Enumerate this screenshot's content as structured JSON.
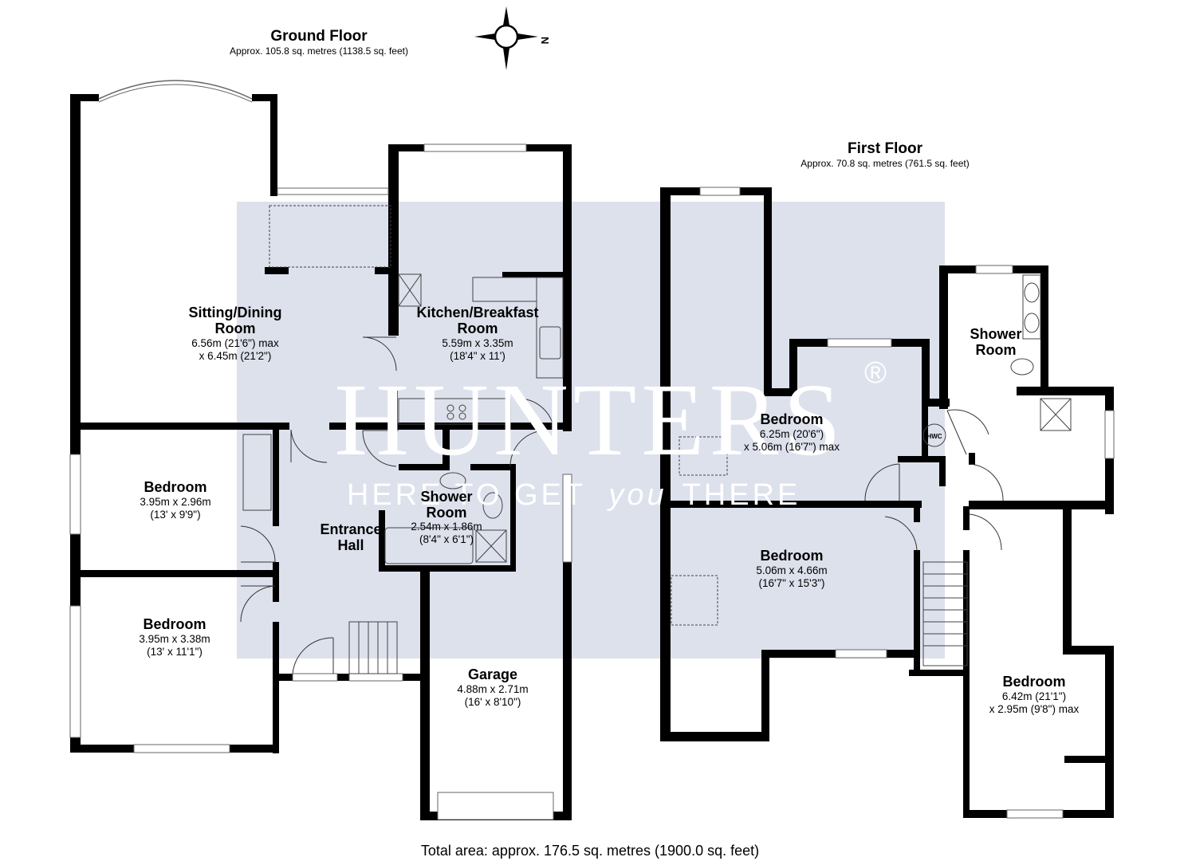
{
  "ground_floor": {
    "title": "Ground Floor",
    "area": "Approx. 105.8 sq. metres (1138.5 sq. feet)",
    "rooms": {
      "sitting": {
        "name1": "Sitting/Dining",
        "name2": "Room",
        "dim1": "6.56m (21'6\") max",
        "dim2": "x 6.45m (21'2\")"
      },
      "kitchen": {
        "name1": "Kitchen/Breakfast",
        "name2": "Room",
        "dim1": "5.59m x 3.35m",
        "dim2": "(18'4\" x 11')"
      },
      "bedroom_a": {
        "name": "Bedroom",
        "dim1": "3.95m x 2.96m",
        "dim2": "(13' x 9'9\")"
      },
      "bedroom_b": {
        "name": "Bedroom",
        "dim1": "3.95m x 3.38m",
        "dim2": "(13' x 11'1\")"
      },
      "entrance": {
        "name1": "Entrance",
        "name2": "Hall"
      },
      "shower": {
        "name1": "Shower",
        "name2": "Room",
        "dim1": "2.54m x 1.86m",
        "dim2": "(8'4\" x 6'1\")"
      },
      "garage": {
        "name": "Garage",
        "dim1": "4.88m x 2.71m",
        "dim2": "(16' x 8'10\")"
      }
    }
  },
  "first_floor": {
    "title": "First Floor",
    "area": "Approx. 70.8 sq. metres (761.5 sq. feet)",
    "rooms": {
      "bedroom_1": {
        "name": "Bedroom",
        "dim1": "6.25m (20'6\")",
        "dim2": "x 5.06m (16'7\") max"
      },
      "bedroom_2": {
        "name": "Bedroom",
        "dim1": "5.06m x 4.66m",
        "dim2": "(16'7\" x 15'3\")"
      },
      "bedroom_3": {
        "name": "Bedroom",
        "dim1": "6.42m (21'1\")",
        "dim2": "x 2.95m (9'8\") max"
      },
      "shower": {
        "name1": "Shower",
        "name2": "Room"
      },
      "hwc": "HWC"
    }
  },
  "compass_label": "N",
  "watermark": {
    "brand": "HUNTERS",
    "reg": "®",
    "tagline_left": "HERE TO GET",
    "tagline_mid": "you",
    "tagline_right": "THERE"
  },
  "total_area": "Total area: approx. 176.5 sq. metres (1900.0 sq. feet)"
}
